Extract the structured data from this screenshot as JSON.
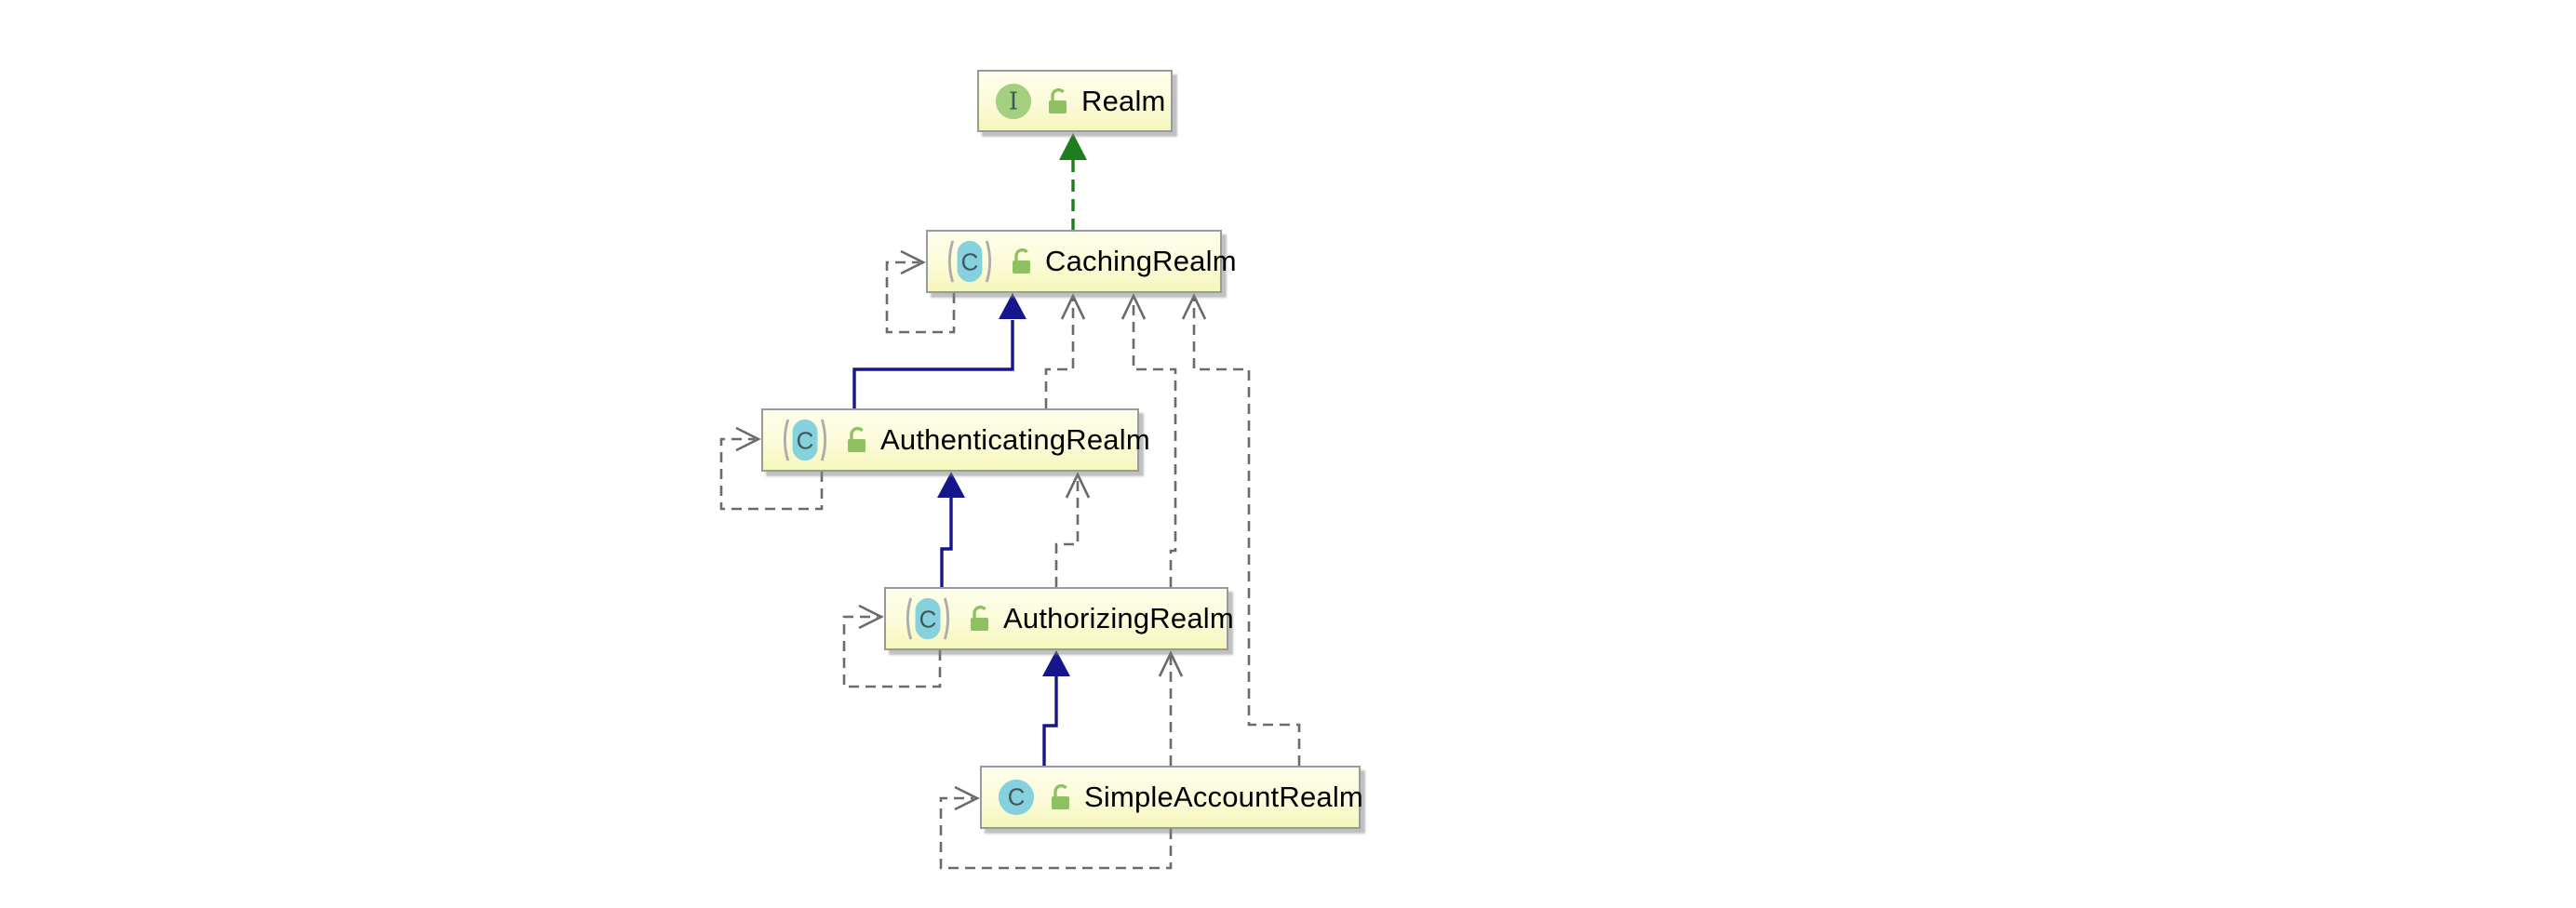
{
  "diagram": {
    "type": "uml-class-diagram",
    "background": "#ffffff",
    "nodes": [
      {
        "id": "realm",
        "label": "Realm",
        "kind": "interface",
        "badge": "I",
        "visibility": "public"
      },
      {
        "id": "caching-realm",
        "label": "CachingRealm",
        "kind": "abstract-class",
        "badge": "C",
        "visibility": "public"
      },
      {
        "id": "authenticating-realm",
        "label": "AuthenticatingRealm",
        "kind": "abstract-class",
        "badge": "C",
        "visibility": "public"
      },
      {
        "id": "authorizing-realm",
        "label": "AuthorizingRealm",
        "kind": "abstract-class",
        "badge": "C",
        "visibility": "public"
      },
      {
        "id": "simple-account-realm",
        "label": "SimpleAccountRealm",
        "kind": "class",
        "badge": "C",
        "visibility": "public"
      }
    ],
    "edges": [
      {
        "from": "CachingRealm",
        "to": "Realm",
        "type": "realization",
        "style": "dashed-green-solid-triangle"
      },
      {
        "from": "AuthenticatingRealm",
        "to": "CachingRealm",
        "type": "generalization",
        "style": "solid-blue-solid-triangle"
      },
      {
        "from": "AuthorizingRealm",
        "to": "AuthenticatingRealm",
        "type": "generalization",
        "style": "solid-blue-solid-triangle"
      },
      {
        "from": "SimpleAccountRealm",
        "to": "AuthorizingRealm",
        "type": "generalization",
        "style": "solid-blue-solid-triangle"
      },
      {
        "from": "AuthenticatingRealm",
        "to": "CachingRealm",
        "type": "dependency",
        "style": "dashed-gray-open-arrow"
      },
      {
        "from": "AuthorizingRealm",
        "to": "CachingRealm",
        "type": "dependency",
        "style": "dashed-gray-open-arrow"
      },
      {
        "from": "SimpleAccountRealm",
        "to": "CachingRealm",
        "type": "dependency",
        "style": "dashed-gray-open-arrow"
      },
      {
        "from": "AuthorizingRealm",
        "to": "AuthenticatingRealm",
        "type": "dependency",
        "style": "dashed-gray-open-arrow"
      },
      {
        "from": "SimpleAccountRealm",
        "to": "AuthorizingRealm",
        "type": "dependency",
        "style": "dashed-gray-open-arrow"
      },
      {
        "from": "CachingRealm",
        "to": "CachingRealm",
        "type": "self-dependency",
        "style": "dashed-gray-open-arrow"
      },
      {
        "from": "AuthenticatingRealm",
        "to": "AuthenticatingRealm",
        "type": "self-dependency",
        "style": "dashed-gray-open-arrow"
      },
      {
        "from": "AuthorizingRealm",
        "to": "AuthorizingRealm",
        "type": "self-dependency",
        "style": "dashed-gray-open-arrow"
      },
      {
        "from": "SimpleAccountRealm",
        "to": "SimpleAccountRealm",
        "type": "self-dependency",
        "style": "dashed-gray-open-arrow"
      }
    ],
    "colors": {
      "realization_green": "#1e7d1e",
      "generalization_blue": "#16168c",
      "dependency_gray": "#6b6b6b",
      "node_border": "#9a9a9a",
      "node_fill_top": "#fefeec",
      "node_fill_bottom": "#f6f6bc",
      "interface_ball_green": "#a3cf7e",
      "class_ball_cyan": "#85d2de",
      "badge_letter": "#3f565c",
      "paren_gray": "#acacac",
      "lock_green": "#8fc163",
      "label_black": "#000000"
    }
  }
}
